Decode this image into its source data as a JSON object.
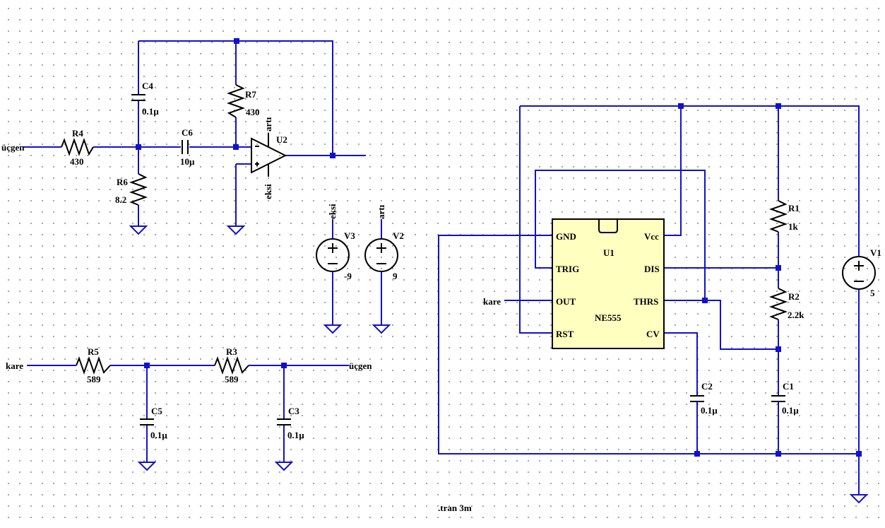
{
  "labels": {
    "r4_name": "R4",
    "r4_value": "430",
    "r6_name": "R6",
    "r6_value": "8.2",
    "c4_name": "C4",
    "c4_value": "0.1µ",
    "c6_name": "C6",
    "c6_value": "10µ",
    "r7_name": "R7",
    "r7_value": "430",
    "u2_name": "U2",
    "artı": "artı",
    "eksi": "eksi",
    "ucgen": "üçgen",
    "kare": "kare",
    "v3_name": "V3",
    "v3_value": "-9",
    "v2_name": "V2",
    "v2_value": "9",
    "r5_name": "R5",
    "r5_value": "589",
    "r3_name": "R3",
    "r3_value": "589",
    "c5_name": "C5",
    "c5_value": "0.1µ",
    "c3_name": "C3",
    "c3_value": "0.1µ",
    "u1_name": "U1",
    "u1_part": "NE555",
    "pin_gnd": "GND",
    "pin_vcc": "Vcc",
    "pin_trig": "TRIG",
    "pin_dis": "DIS",
    "pin_out": "OUT",
    "pin_thrs": "THRS",
    "pin_rst": "RST",
    "pin_cv": "CV",
    "r1_name": "R1",
    "r1_value": "1k",
    "r2_name": "R2",
    "r2_value": "2.2k",
    "c2_name": "C2",
    "c2_value": "0.1µ",
    "c1_name": "C1",
    "c1_value": "0.1µ",
    "v1_name": "V1",
    "v1_value": "5",
    "directive": ".tran 3m"
  },
  "colors": {
    "wire": "#1111cc",
    "symbol": "#000000",
    "chip_fill": "#ffffc0",
    "background": "#ffffff"
  }
}
